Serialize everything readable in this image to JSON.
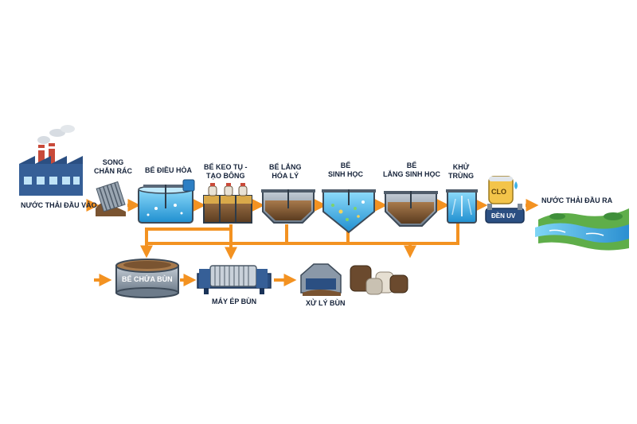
{
  "colors": {
    "arrow": "#f39221",
    "water": "#3fb3e6",
    "sludge": "#7a5431",
    "steel": "#7d8a99",
    "label": "#16233a"
  },
  "labels": {
    "influent": "NƯỚC THẢI ĐẦU VÀO",
    "screen_line1": "SONG",
    "screen_line2": "CHẮN RÁC",
    "equalization": "BỂ ĐIỀU HÒA",
    "coag_line1": "BỂ KEO TỤ -",
    "coag_line2": "TẠO BÔNG",
    "settle_line1": "BỂ LẮNG",
    "settle_line2": "HÓA LÝ",
    "bio_line1": "BỂ",
    "bio_line2": "SINH HỌC",
    "biosettle_line1": "BỂ",
    "biosettle_line2": "LẮNG SINH HỌC",
    "disinfect_line1": "KHỬ",
    "disinfect_line2": "TRÙNG",
    "chlorine": "CLO",
    "uv_lamp": "ĐÈN UV",
    "effluent": "NƯỚC THẢI ĐẦU RA",
    "sludge_tank": "BỂ CHỨA BÙN",
    "sludge_press": "MÁY ÉP BÙN",
    "sludge_treatment": "XỬ LÝ BÙN"
  }
}
